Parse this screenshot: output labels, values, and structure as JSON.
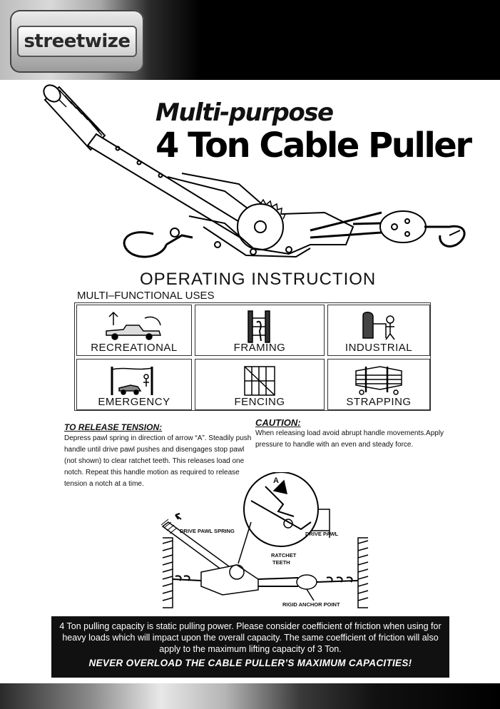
{
  "brand": {
    "logo_text": "streetwize"
  },
  "title": {
    "subtitle": "Multi-purpose",
    "main": "4 Ton Cable Puller"
  },
  "operating_heading": "OPERATING INSTRUCTION",
  "uses_heading": "MULTI–FUNCTIONAL USES",
  "uses": [
    {
      "label": "RECREATIONAL",
      "icon": "recreational-icon"
    },
    {
      "label": "FRAMING",
      "icon": "framing-icon"
    },
    {
      "label": "INDUSTRIAL",
      "icon": "industrial-icon"
    },
    {
      "label": "EMERGENCY",
      "icon": "emergency-icon"
    },
    {
      "label": "FENCING",
      "icon": "fencing-icon"
    },
    {
      "label": "STRAPPING",
      "icon": "strapping-icon"
    }
  ],
  "release": {
    "title": "TO RELEASE TENSION:",
    "body": "Depress pawl spring in direction of arrow “A”. Steadily push handle until drive pawl pushes and disengages stop pawl (not shown)  to clear ratchet teeth. This releases load one notch. Repeat this handle motion as required to release tension a notch at a time."
  },
  "caution": {
    "title": "CAUTION:",
    "body": "When releasing load avoid abrupt handle movements.Apply pressure to handle with an even and steady force."
  },
  "diagram": {
    "arrow_label": "A",
    "drive_pawl_spring": "DRIVE PAWL SPRING",
    "drive_pawl": "DRIVE PAWL",
    "ratchet": "RATCHET",
    "teeth": "TEETH",
    "anchor": "RIGID ANCHOR POINT"
  },
  "notice": {
    "body": "4 Ton pulling capacity is static pulling power. Please consider coefficient of friction when using for heavy loads which will impact upon the overall capacity. The same coefficient of friction will also apply to the maximum lifting capacity of 3 Ton.",
    "warning": "NEVER OVERLOAD THE CABLE PULLER’S MAXIMUM CAPACITIES!"
  },
  "colors": {
    "header_bg": "#000000",
    "notice_bg": "#111111",
    "text": "#111111"
  }
}
